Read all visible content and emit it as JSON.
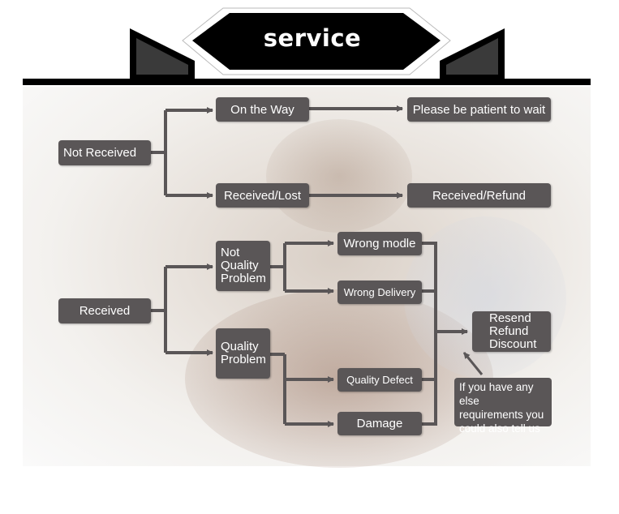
{
  "header": {
    "title": "service"
  },
  "not_received_branch": {
    "root": "Not Received",
    "on_the_way": "On the Way",
    "wait": "Please be patient to wait",
    "received_lost": "Received/Lost",
    "received_refund": "Received/Refund"
  },
  "received_branch": {
    "root": "Received",
    "not_quality_problem": "Not\nQuality\nProblem",
    "quality_problem": "Quality\nProblem",
    "wrong_modle": "Wrong modle",
    "wrong_delivery": "Wrong Delivery",
    "quality_defect": "Quality Defect",
    "damage": "Damage",
    "outcomes": "Resend\nRefund\nDiscount",
    "note": "If you have any else\nrequirements you\ncould also tell us"
  },
  "colors": {
    "box": "#5a5657",
    "line": "#5a5657",
    "header": "#000000"
  }
}
